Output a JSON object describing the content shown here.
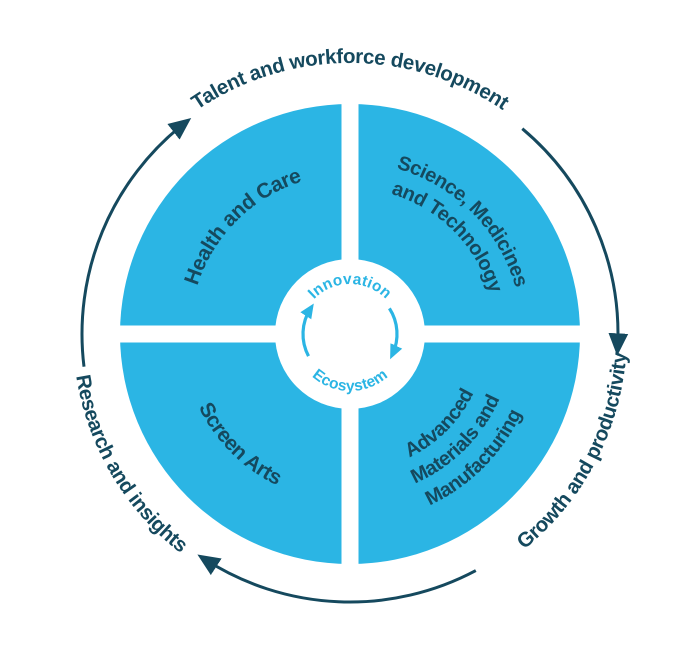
{
  "diagram": {
    "title": "Innovation Ecosystem diagram",
    "ring": {
      "top_label": "Talent and workforce development",
      "right_label": "Growth and productivity",
      "left_label": "Research and insights"
    },
    "quadrants": {
      "top_left": {
        "lines": [
          "Health and Care"
        ]
      },
      "top_right": {
        "lines": [
          "Science, Medicines",
          "and Technology"
        ]
      },
      "bottom_left": {
        "lines": [
          "Screen Arts"
        ]
      },
      "bottom_right": {
        "lines": [
          "Advanced",
          "Materials and",
          "Manufacturing"
        ]
      }
    },
    "center": {
      "top_word": "Innovation",
      "bottom_word": "Ecosystem"
    },
    "colors": {
      "cyan": "#2BB5E4",
      "navy": "#15495E",
      "background": "#FFFFFF"
    }
  }
}
